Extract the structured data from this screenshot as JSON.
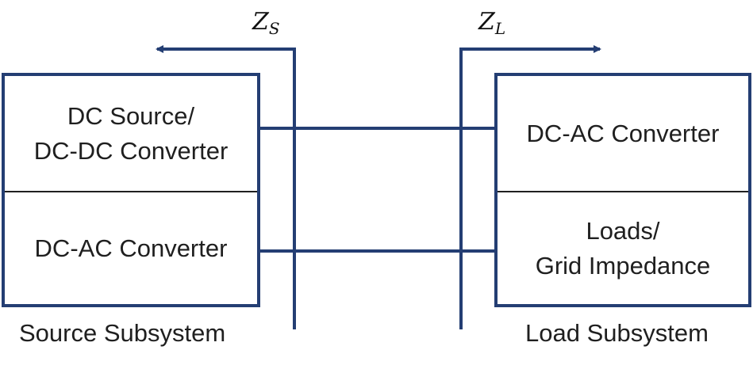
{
  "colors": {
    "line": "#243e73",
    "text": "#1f1f1f",
    "divider": "#1f1f1f"
  },
  "source_block": {
    "top_lines": [
      "DC Source/",
      "DC-DC Converter"
    ],
    "bottom_label": "DC-AC Converter",
    "caption": "Source Subsystem"
  },
  "load_block": {
    "top_label": "DC-AC Converter",
    "bottom_lines": [
      "Loads/",
      "Grid Impedance"
    ],
    "caption": "Load Subsystem"
  },
  "impedances": {
    "source": {
      "symbol": "Z",
      "subscript": "S",
      "arrow_direction": "left"
    },
    "load": {
      "symbol": "Z",
      "subscript": "L",
      "arrow_direction": "right"
    }
  }
}
